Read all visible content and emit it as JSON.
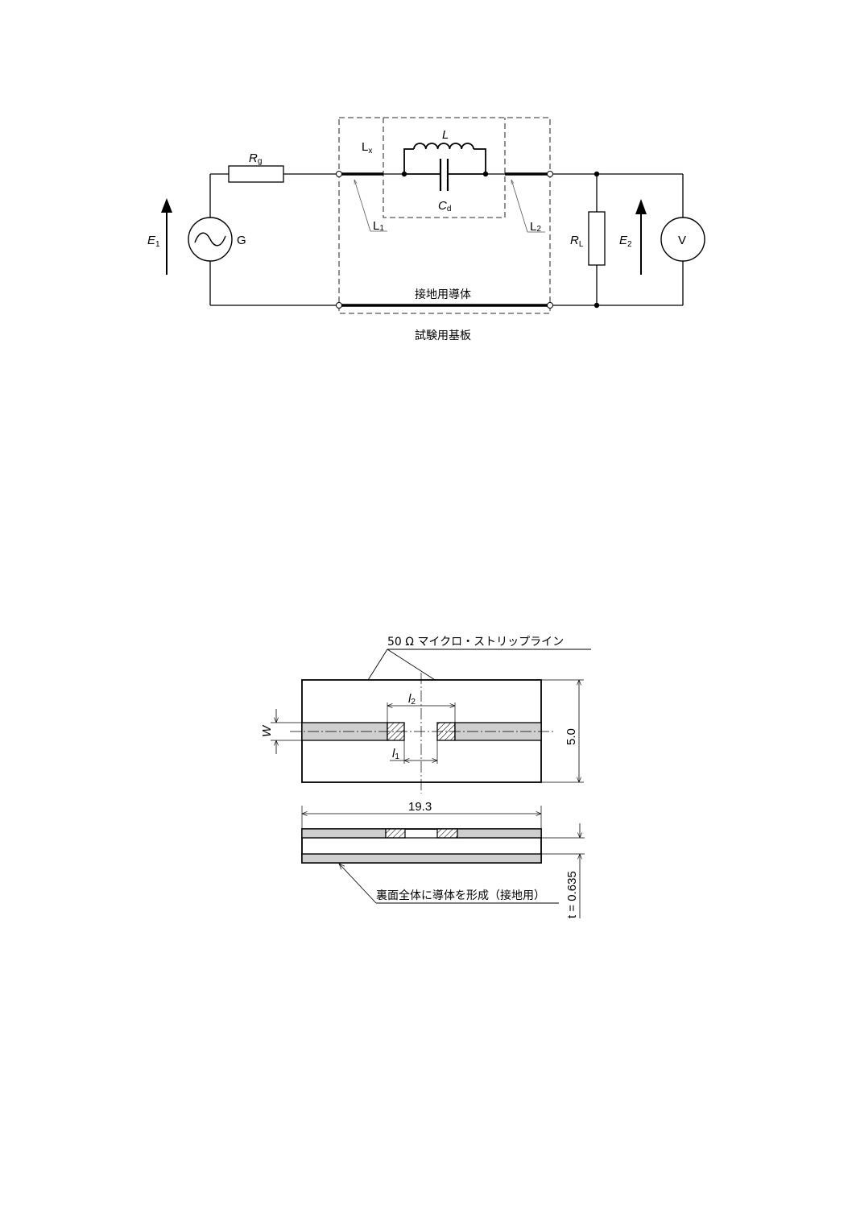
{
  "figure1": {
    "title": "test circuit",
    "labels": {
      "Rg_main": "R",
      "Rg_sub": "g",
      "E1_main": "E",
      "E1_sub": "1",
      "G": "G",
      "Lx_main": "L",
      "Lx_sub": "x",
      "L": "L",
      "Cd_main": "C",
      "Cd_sub": "d",
      "L1_main": "L",
      "L1_sub": "1",
      "L2_main": "L",
      "L2_sub": "2",
      "RL_main": "R",
      "RL_sub": "L",
      "E2_main": "E",
      "E2_sub": "2",
      "V": "V",
      "ground_conductor": "接地用導体",
      "test_board": "試験用基板"
    }
  },
  "figure2": {
    "title": "test board dimensions",
    "labels": {
      "microstrip": "50 Ω  マイクロ・ストリップライン",
      "W": "W",
      "l2_main": "l",
      "l2_sub": "2",
      "l1_main": "l",
      "l1_sub": "1",
      "height": "5.0",
      "length": "19.3",
      "backside": "裏面全体に導体を形成（接地用）",
      "thickness": "t = 0.635"
    },
    "colors": {
      "conductor_fill": "#cfcfcf",
      "outline": "#000000"
    }
  }
}
